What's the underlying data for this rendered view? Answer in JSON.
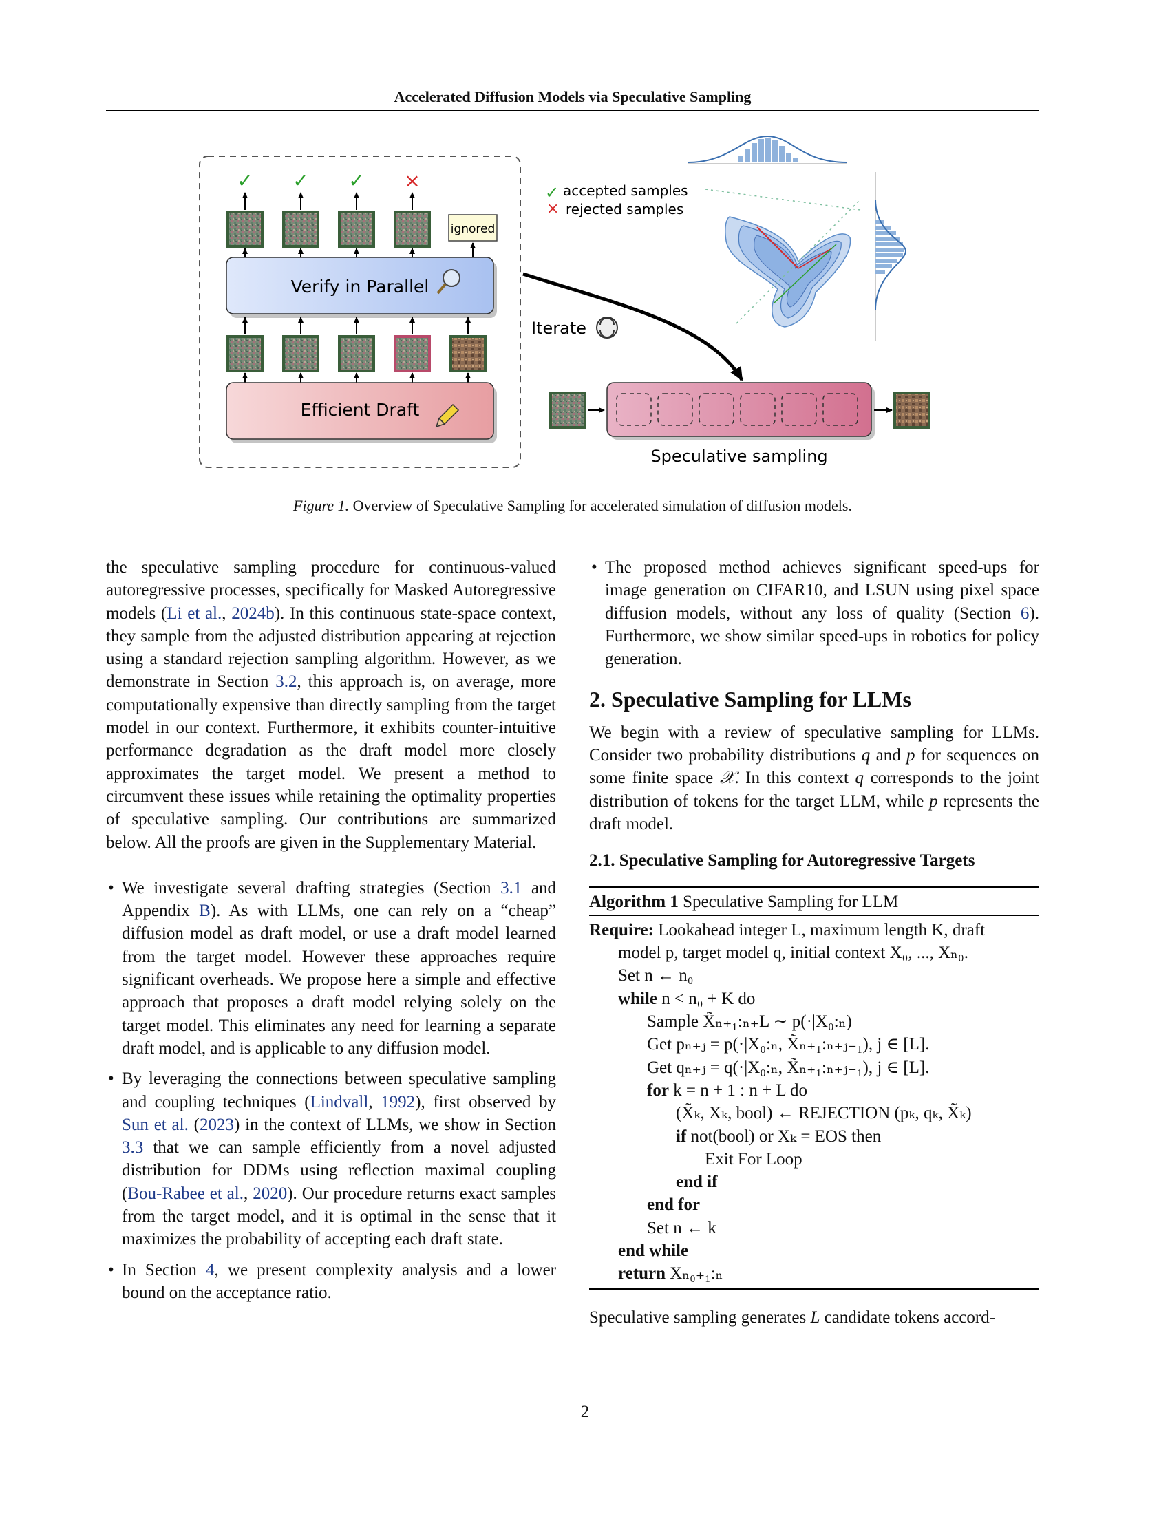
{
  "header": {
    "running_title": "Accelerated Diffusion Models via Speculative Sampling"
  },
  "figure": {
    "checks": [
      "✓",
      "✓",
      "✓",
      "×"
    ],
    "ignored_label": "ignored",
    "verify_label": "Verify in Parallel",
    "draft_label": "Efficient Draft",
    "iterate_label": "Iterate",
    "legend_accepted": "accepted samples",
    "legend_rejected": "rejected samples",
    "speculative_label": "Speculative sampling",
    "colors": {
      "verify": "#b9cdf3",
      "draft": "#f0b7b9",
      "spec": "#dc8fa9",
      "accept": "#2ca02c",
      "reject": "#d62728"
    },
    "caption_label": "Figure 1.",
    "caption_text": "Overview of Speculative Sampling for accelerated simulation of diffusion models."
  },
  "left": {
    "para1_a": "the speculative sampling procedure for continuous-valued autoregressive processes, specifically for Masked Autoregressive models (",
    "para1_cite1": "Li et al.",
    "para1_b": ", ",
    "para1_cite2": "2024b",
    "para1_c": "). In this continuous state-space context, they sample from the adjusted distribution appearing at rejection using a standard rejection sampling algorithm. However, as we demonstrate in Section ",
    "para1_ref": "3.2",
    "para1_d": ", this approach is, on average, more computationally expensive than directly sampling from the target model in our context. Furthermore, it exhibits counter-intuitive performance degradation as the draft model more closely approximates the target model. We present a method to circumvent these issues while retaining the optimality properties of speculative sampling. Our contributions are summarized below. All the proofs are given in the Supplementary Material.",
    "b1_a": "We investigate several drafting strategies (Section ",
    "b1_ref1": "3.1",
    "b1_b": " and Appendix ",
    "b1_ref2": "B",
    "b1_c": "). As with LLMs, one can rely on a “cheap” diffusion model as draft model, or use a draft model learned from the target model. However these approaches require significant overheads. We propose here a simple and effective approach that proposes a draft model relying solely on the target model. This eliminates any need for learning a separate draft model, and is applicable to any diffusion model.",
    "b2_a": "By leveraging the connections between speculative sampling and coupling techniques (",
    "b2_cite1": "Lindvall",
    "b2_b": ", ",
    "b2_cite2": "1992",
    "b2_c": "), first observed by ",
    "b2_cite3": "Sun et al.",
    "b2_d": " (",
    "b2_cite4": "2023",
    "b2_e": ") in the context of LLMs, we show in Section ",
    "b2_ref": "3.3",
    "b2_f": " that we can sample efficiently from a novel adjusted distribution for DDMs using reflection maximal coupling (",
    "b2_cite5": "Bou-Rabee et al.",
    "b2_g": ", ",
    "b2_cite6": "2020",
    "b2_h": "). Our procedure returns exact samples from the target model, and it is optimal in the sense that it maximizes the probability of accepting each draft state.",
    "b3_a": "In Section ",
    "b3_ref": "4",
    "b3_b": ", we present complexity analysis and a lower bound on the acceptance ratio."
  },
  "right": {
    "b4_a": "The proposed method achieves significant speed-ups for image generation on CIFAR10, and LSUN using pixel space diffusion models, without any loss of quality (Section ",
    "b4_ref": "6",
    "b4_b": ").  Furthermore, we show similar speed-ups in robotics for policy generation.",
    "section_title": "2. Speculative Sampling for LLMs",
    "p2_a": "We begin with a review of speculative sampling for LLMs. Consider two probability distributions ",
    "p2_q": "q",
    "p2_b": " and ",
    "p2_p": "p",
    "p2_c": " for sequences on some finite space ",
    "p2_X": "𝒳",
    "p2_d": ".  In this context ",
    "p2_q2": "q",
    "p2_e": " corresponds to the joint distribution of tokens for the target LLM, while ",
    "p2_p2": "p",
    "p2_f": " represents the draft model.",
    "subsection_title": "2.1. Speculative Sampling for Autoregressive Targets",
    "algo_label": "Algorithm 1",
    "algo_title": "Speculative Sampling for LLM",
    "final_a": "Speculative sampling generates ",
    "final_L": "L",
    "final_b": " candidate tokens accord-"
  },
  "algorithm": [
    {
      "indent": 0,
      "kw": "Require:",
      "text": " Lookahead integer L, maximum length K, draft"
    },
    {
      "indent": 1,
      "kw": "",
      "text": "model p, target model q, initial context X₀, ..., Xₙ₀."
    },
    {
      "indent": 1,
      "kw": "",
      "text": "Set n ← n₀"
    },
    {
      "indent": 1,
      "kw": "while",
      "text": " n < n₀ + K do"
    },
    {
      "indent": 2,
      "kw": "",
      "text": "Sample X̃ₙ₊₁:ₙ₊L ∼ p(·|X₀:ₙ)"
    },
    {
      "indent": 2,
      "kw": "",
      "text": "Get pₙ₊ⱼ = p(·|X₀:ₙ, X̃ₙ₊₁:ₙ₊ⱼ₋₁), j ∈ [L]."
    },
    {
      "indent": 2,
      "kw": "",
      "text": "Get qₙ₊ⱼ = q(·|X₀:ₙ, X̃ₙ₊₁:ₙ₊ⱼ₋₁), j ∈ [L]."
    },
    {
      "indent": 2,
      "kw": "for",
      "text": " k = n + 1 : n + L do"
    },
    {
      "indent": 3,
      "kw": "",
      "text": "(X̃ₖ, Xₖ, bool) ← REJECTION (pₖ, qₖ, X̃ₖ)"
    },
    {
      "indent": 3,
      "kw": "if",
      "text": " not(bool) or Xₖ = EOS then"
    },
    {
      "indent": 4,
      "kw": "",
      "text": "Exit For Loop"
    },
    {
      "indent": 3,
      "kw": "end if",
      "text": ""
    },
    {
      "indent": 2,
      "kw": "end for",
      "text": ""
    },
    {
      "indent": 2,
      "kw": "",
      "text": "Set n ← k"
    },
    {
      "indent": 1,
      "kw": "end while",
      "text": ""
    },
    {
      "indent": 1,
      "kw": "return",
      "text": " Xₙ₀₊₁:ₙ"
    }
  ],
  "page_number": "2"
}
